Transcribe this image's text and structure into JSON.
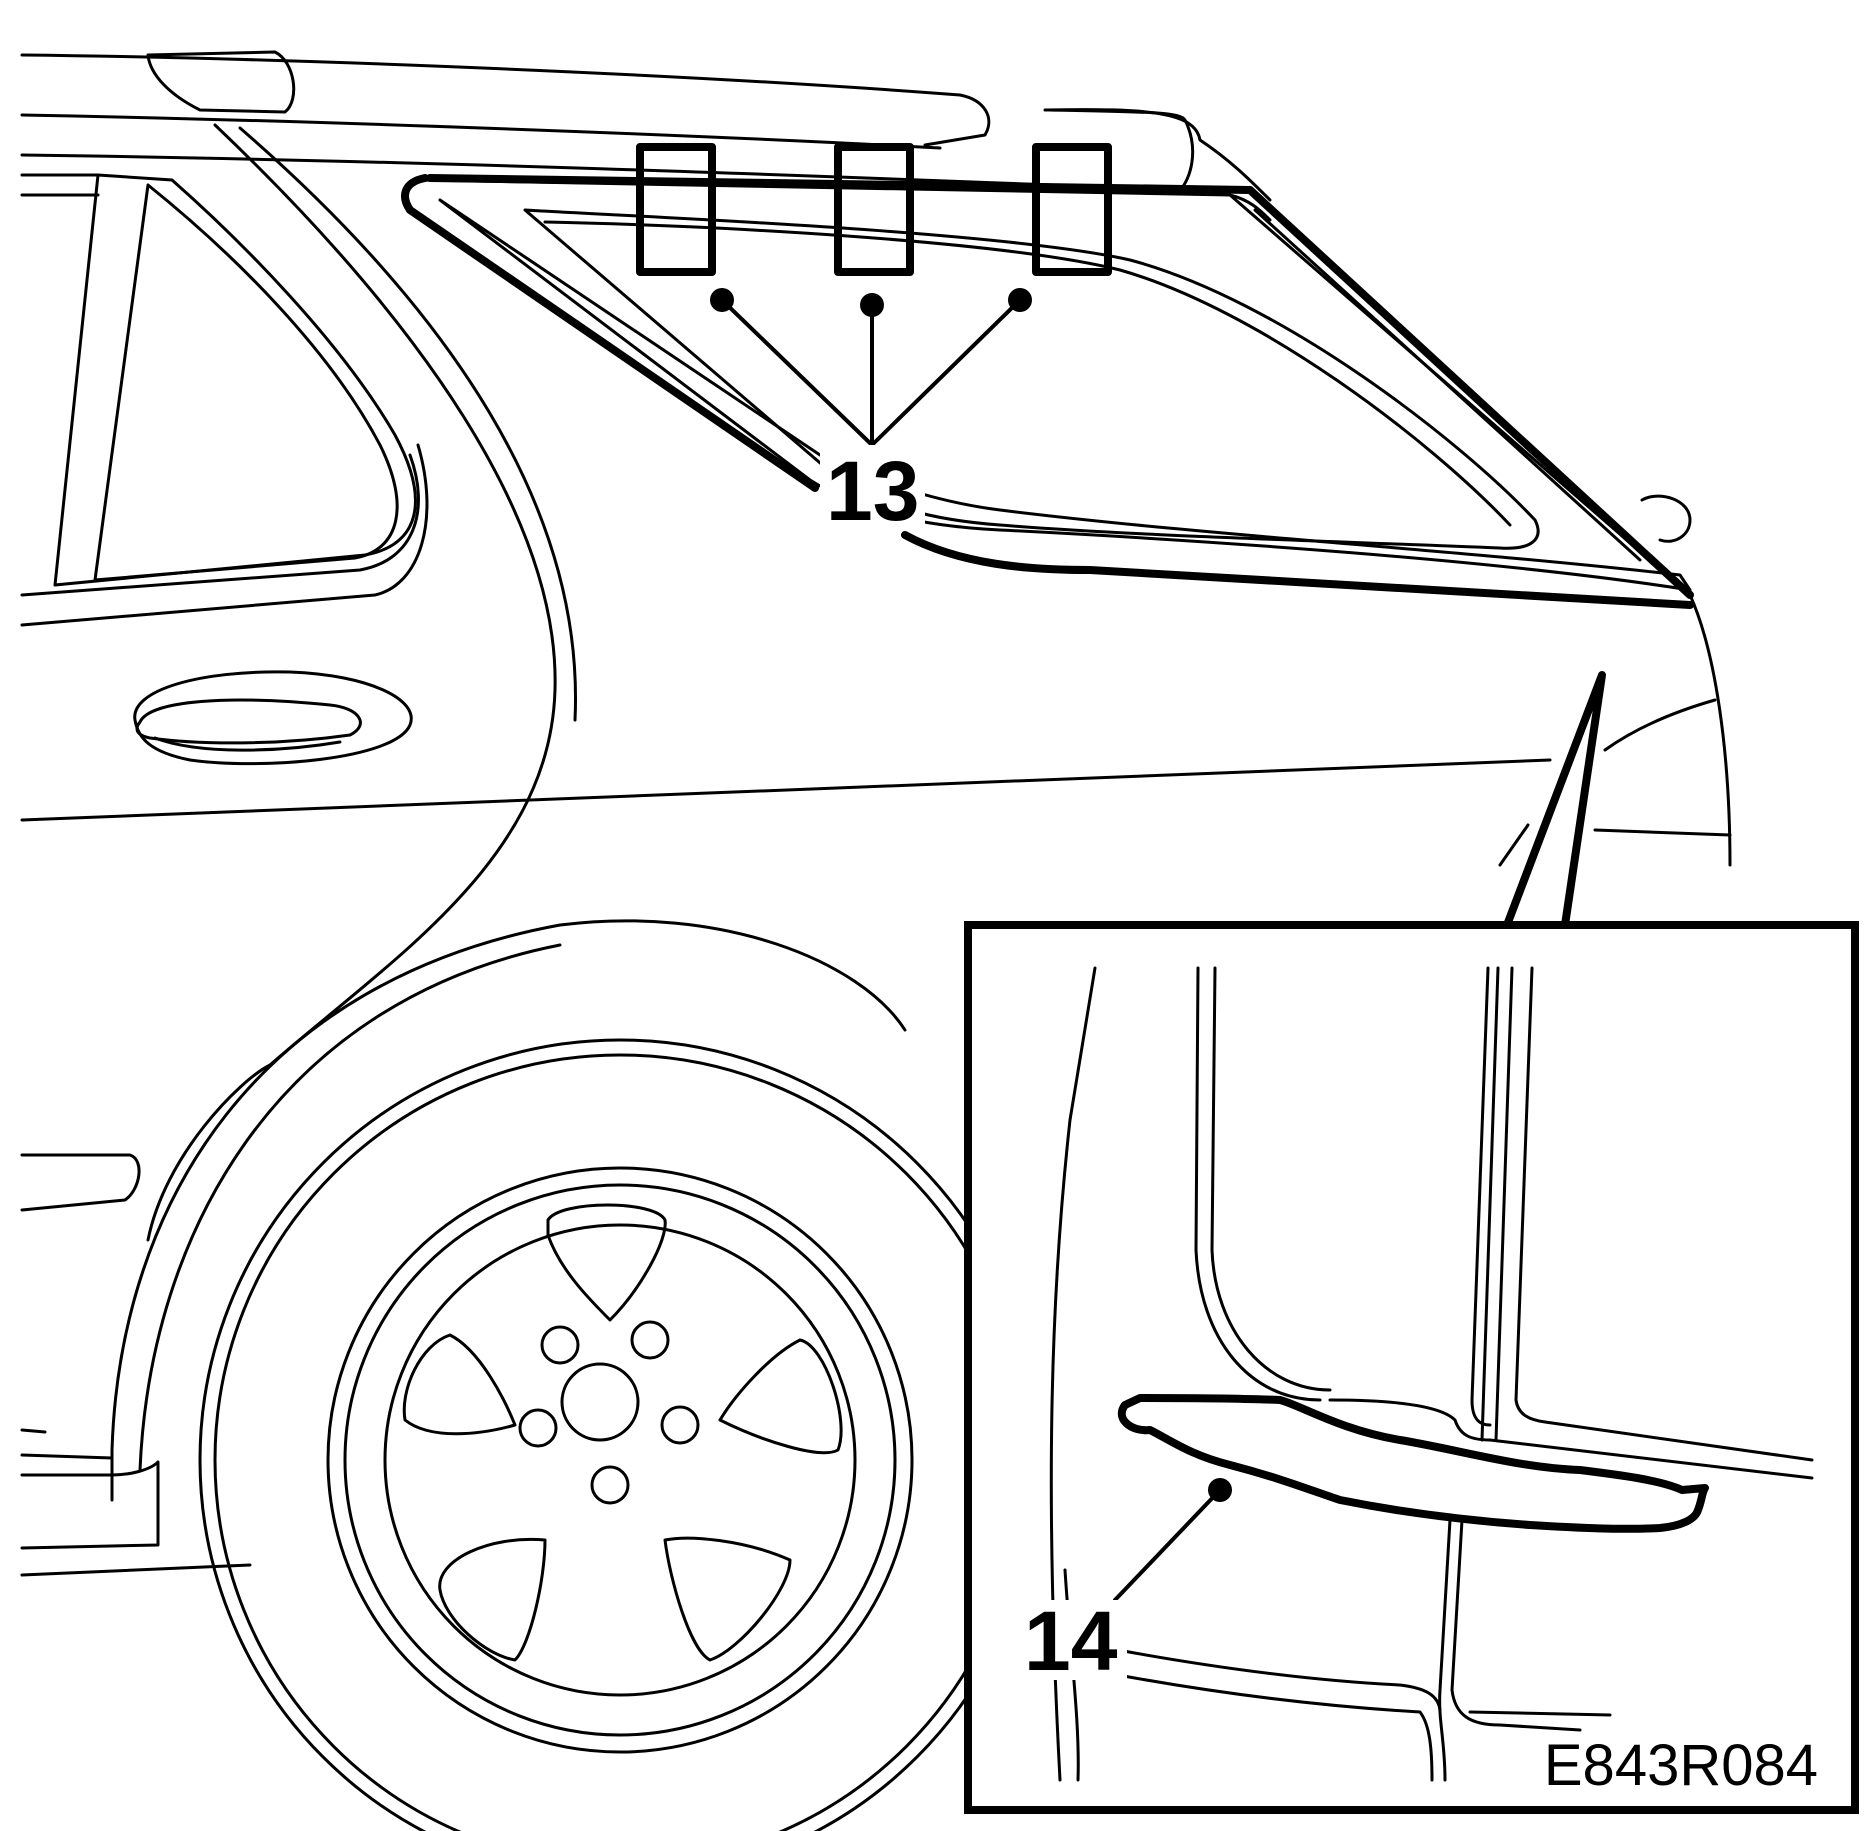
{
  "callouts": {
    "c13": {
      "label": "13"
    },
    "c14": {
      "label": "14"
    }
  },
  "figure_code": "E843R084",
  "colors": {
    "line": "#000000",
    "tape_fill": "#b8aca8",
    "background": "#ffffff"
  }
}
